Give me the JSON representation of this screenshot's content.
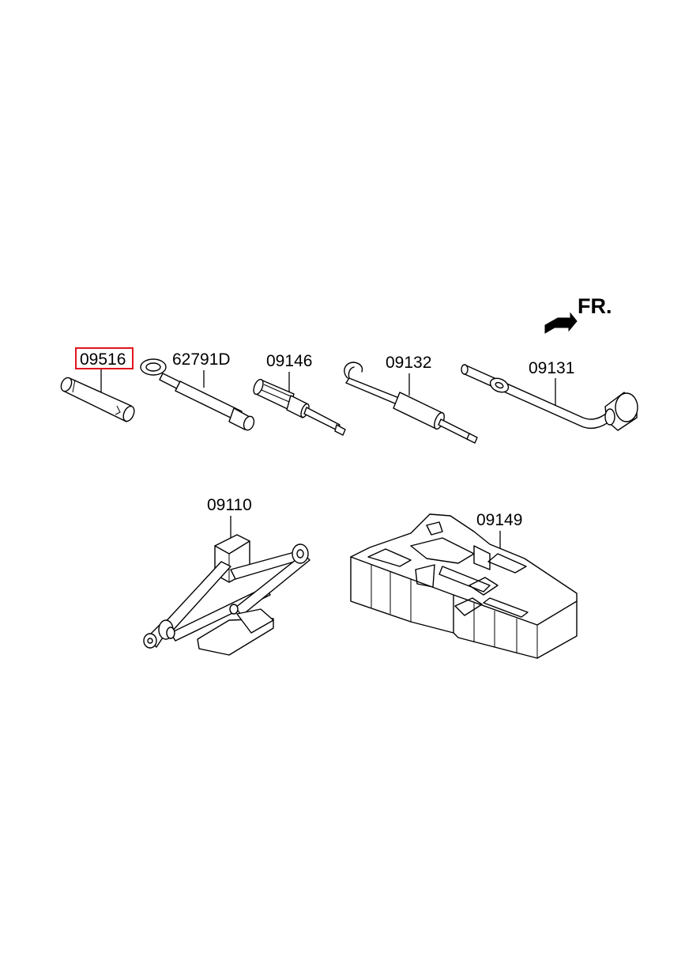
{
  "direction_label": "FR.",
  "highlight_color": "#e0141e",
  "parts": [
    {
      "id": "p1",
      "label": "09516",
      "highlighted": true
    },
    {
      "id": "p2",
      "label": "62791D",
      "highlighted": false
    },
    {
      "id": "p3",
      "label": "09146",
      "highlighted": false
    },
    {
      "id": "p4",
      "label": "09132",
      "highlighted": false
    },
    {
      "id": "p5",
      "label": "09131",
      "highlighted": false
    },
    {
      "id": "p6",
      "label": "09110",
      "highlighted": false
    },
    {
      "id": "p7",
      "label": "09149",
      "highlighted": false
    }
  ]
}
